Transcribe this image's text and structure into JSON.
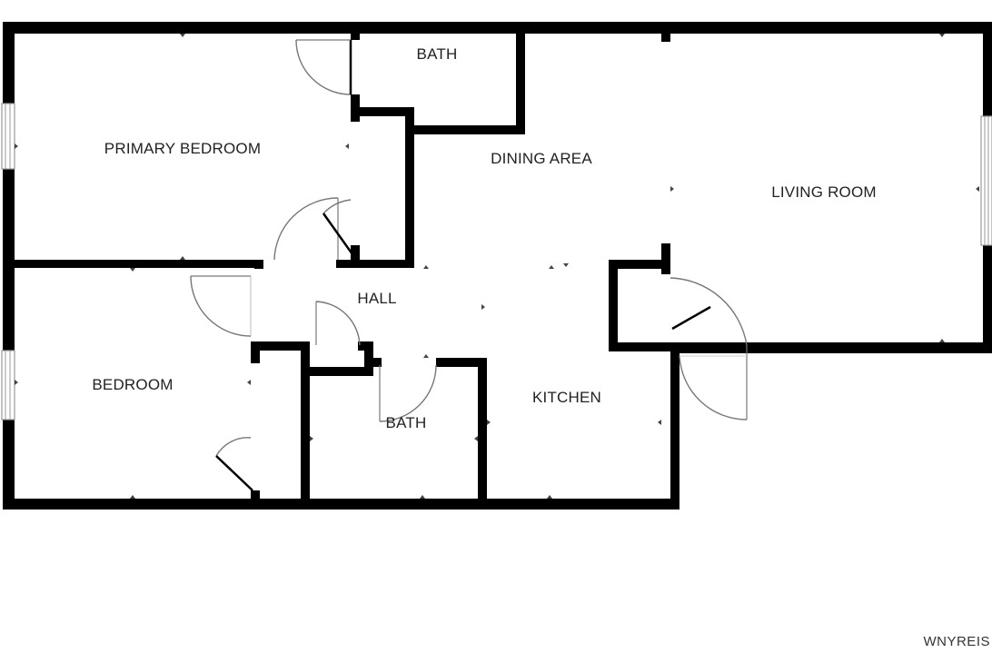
{
  "rooms": {
    "bath_top": "BATH",
    "primary_bedroom": "PRIMARY BEDROOM",
    "dining_area": "DINING AREA",
    "living_room": "LIVING ROOM",
    "hall": "HALL",
    "bedroom": "BEDROOM",
    "bath_bottom": "BATH",
    "kitchen": "KITCHEN"
  },
  "watermark": "WNYREIS",
  "colors": {
    "wall": "#000000",
    "background": "#ffffff"
  }
}
